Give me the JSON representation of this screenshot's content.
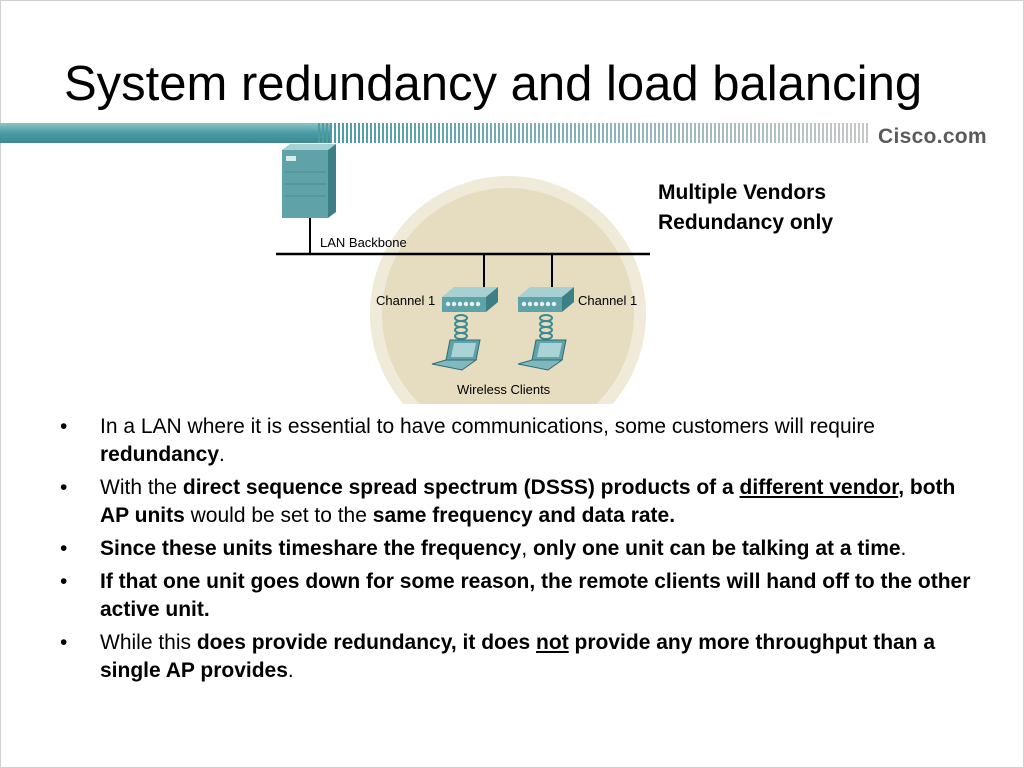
{
  "slide": {
    "title": "System redundancy and load balancing",
    "brand": "Cisco.com"
  },
  "diagram": {
    "lan_label": "LAN Backbone",
    "channel_left": "Channel 1",
    "channel_right": "Channel 1",
    "clients_label": "Wireless Clients"
  },
  "callout": {
    "line1": "Multiple Vendors",
    "line2": "Redundancy only"
  },
  "colors": {
    "teal": "#4a9ca3",
    "circle_outer": "#f0ead8",
    "circle_inner": "#e6dcc0",
    "device": "#5fa2a8"
  },
  "bullets": {
    "b1": {
      "t1": "In a LAN where it is essential to have communications, some customers will require ",
      "t2": "redundancy",
      "t3": "."
    },
    "b2": {
      "t1": "With the ",
      "t2": "direct sequence spread spectrum (DSSS) products of a ",
      "t3": "different vendor",
      "t4": ", both AP units",
      "t5": " would be set to the ",
      "t6": "same frequency and data rate."
    },
    "b3": {
      "t1": "Since these units timeshare the frequency",
      "t2": ", ",
      "t3": "only one unit can be talking at a time",
      "t4": "."
    },
    "b4": {
      "t1": "If that one unit goes down for some reason, the remote clients will hand off to the other active unit."
    },
    "b5": {
      "t1": "While this ",
      "t2": "does provide redundancy, it does ",
      "t3": "not",
      "t4": " provide any more throughput than a single AP provides",
      "t5": "."
    }
  }
}
